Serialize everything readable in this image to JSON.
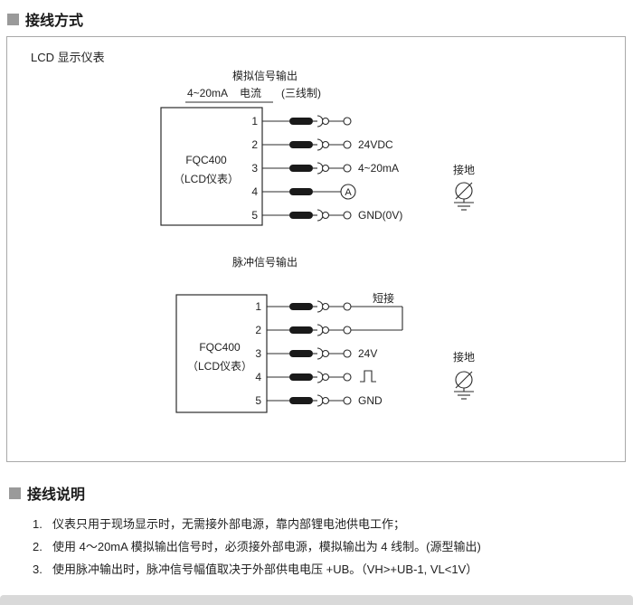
{
  "headings": {
    "wiring_method": "接线方式",
    "wiring_notes": "接线说明"
  },
  "panel": {
    "label": "LCD 显示仪表"
  },
  "analog": {
    "title": "模拟信号输出",
    "header_range": "4~20mA",
    "header_current": "电流",
    "header_wire": "(三线制)",
    "device_name": "FQC400",
    "device_sub": "（LCD仪表）",
    "terminals": [
      "1",
      "2",
      "3",
      "4",
      "5"
    ],
    "label_t2": "24VDC",
    "label_t3": "4~20mA",
    "label_t5": "GND(0V)",
    "ammeter": "A",
    "ground_label": "接地"
  },
  "pulse": {
    "title": "脉冲信号输出",
    "device_name": "FQC400",
    "device_sub": "（LCD仪表）",
    "terminals": [
      "1",
      "2",
      "3",
      "4",
      "5"
    ],
    "label_t1": "短接",
    "label_t3": "24V",
    "label_t5": "GND",
    "ground_label": "接地"
  },
  "notes": {
    "items": [
      {
        "num": "1.",
        "text": "仪表只用于现场显示时，无需接外部电源，靠内部锂电池供电工作；"
      },
      {
        "num": "2.",
        "text": "使用 4～20mA 模拟输出信号时，必须接外部电源，模拟输出为 4 线制。(源型输出)"
      },
      {
        "num": "3.",
        "text": "使用脉冲输出时，脉冲信号幅值取决于外部供电电压 +UB。（VH>+UB-1, VL<1V）"
      }
    ]
  }
}
